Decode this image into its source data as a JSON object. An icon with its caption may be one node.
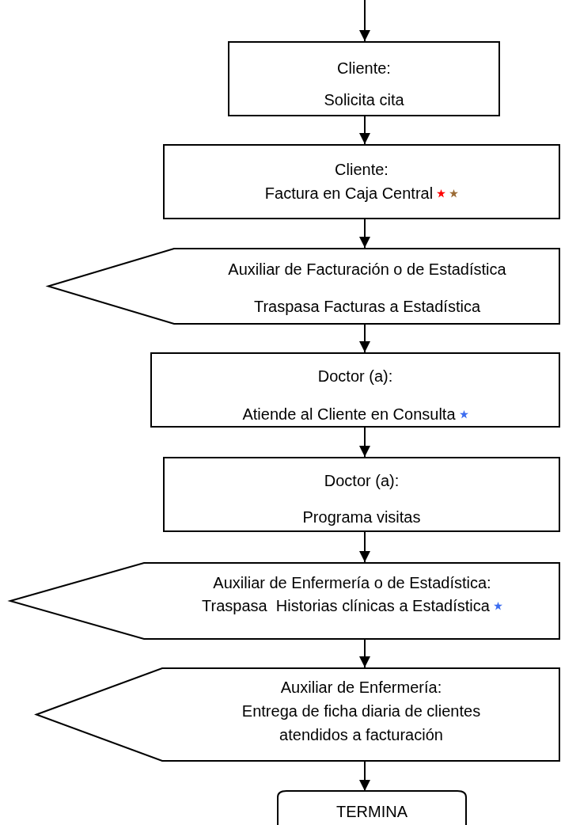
{
  "diagram": {
    "nodes": [
      {
        "text": [
          "Cliente:",
          "Solicita cita"
        ]
      },
      {
        "text": [
          "Cliente:",
          "Factura en Caja Central"
        ]
      },
      {
        "text": [
          "Auxiliar de Facturación o de Estadística",
          "Traspasa Facturas a Estadística"
        ]
      },
      {
        "text": [
          "Doctor (a):",
          "Atiende al Cliente en Consulta"
        ]
      },
      {
        "text": [
          "Doctor (a):",
          "Programa visitas"
        ]
      },
      {
        "text": [
          "Auxiliar de Enfermería o de Estadística:",
          "Traspasa  Historias clínicas a Estadística"
        ]
      },
      {
        "text": [
          "Auxiliar de Enfermería:",
          "Entrega de ficha diaria de clientes atendidos a facturación"
        ]
      },
      {
        "text": [
          "TERMINA"
        ]
      }
    ],
    "edges": [
      {
        "from": null,
        "to": 0,
        "arrow": "to"
      },
      {
        "from": 0,
        "to": 1,
        "arrow": "to"
      },
      {
        "from": 1,
        "to": 2,
        "arrow": "to"
      },
      {
        "from": 2,
        "to": 3,
        "arrow": "to"
      },
      {
        "from": 3,
        "to": 4,
        "arrow": "to"
      },
      {
        "from": 4,
        "to": 5,
        "arrow": "to"
      },
      {
        "from": 5,
        "to": 6,
        "arrow": "to"
      },
      {
        "from": 6,
        "to": 7,
        "arrow": "to"
      }
    ]
  }
}
